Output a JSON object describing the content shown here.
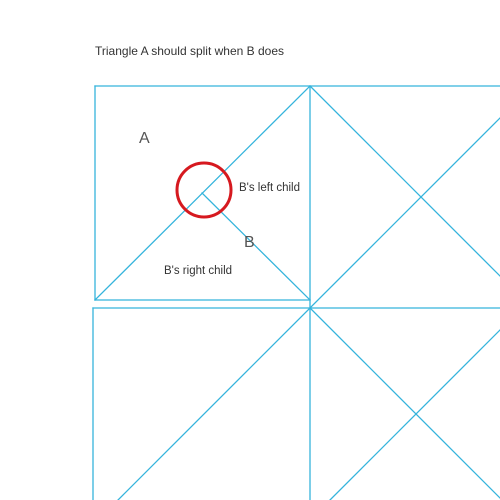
{
  "caption": "Triangle A should split when B does",
  "labels": {
    "triangle_a": "A",
    "triangle_b": "B",
    "b_left_child": "B's left child",
    "b_right_child": "B's right child"
  },
  "colors": {
    "mesh_line": "#35b4dc",
    "highlight_circle": "#d6191f",
    "text": "#333333"
  }
}
